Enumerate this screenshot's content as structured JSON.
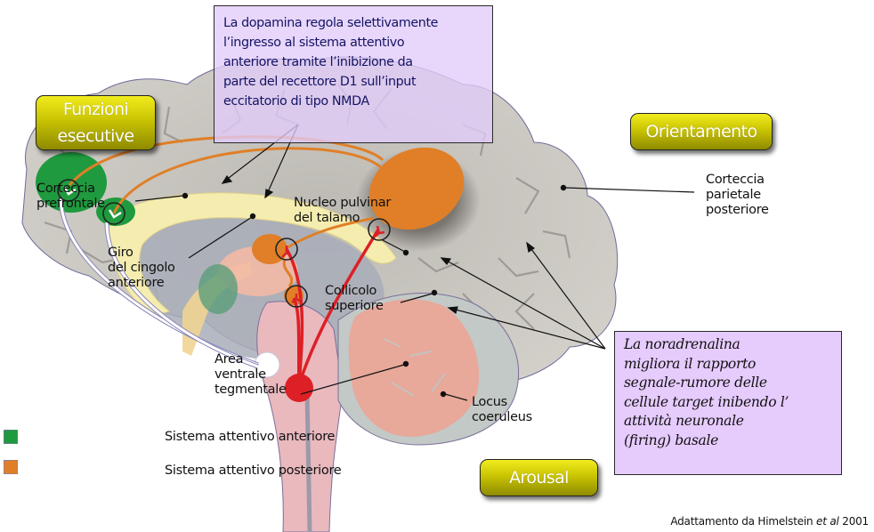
{
  "callouts": {
    "dopamine": "La dopamina regola selettivamente\nl’ingresso al sistema attentivo\nanteriore tramite l’inibizione da\nparte del recettore D1 sull’input\neccitatorio di tipo NMDA",
    "noradrenaline": "La noradrenalina\nmigliora il rapporto\nsegnale-rumore delle\ncellule target inibendo l’\nattività  neuronale\n(firing) basale"
  },
  "function_badges": {
    "executive": "Funzioni\nesecutive",
    "orienting": "Orientamento",
    "arousal": "Arousal"
  },
  "structure_labels": {
    "prefrontal_cortex": "Corteccia\nprefrontale",
    "anterior_cingulate": "Giro\ndel cingolo\nanteriore",
    "pulvinar": "Nucleo pulvinar\ndel talamo",
    "superior_colliculus": "Collicolo\nsuperiore",
    "vta": "Area\nventrale\ntegmentale",
    "locus_coeruleus": "Locus\ncoeruleus",
    "posterior_parietal": "Corteccia\nparietale\nposteriore"
  },
  "legend": [
    {
      "label": "Sistema attentivo anteriore",
      "color": "#1f9a3e"
    },
    {
      "label": "Sistema attentivo posteriore",
      "color": "#e07f27"
    }
  ],
  "credit": {
    "prefix": "Adattamento da Himelstein ",
    "italic": "et al",
    "suffix": " 2001"
  },
  "colors": {
    "anterior_system": "#1f9a3e",
    "posterior_system": "#e07f27",
    "dopamine_pathway": "#dd2026",
    "cortex": "#c9c6c0",
    "callout_fill": "#e6cbfd",
    "badge_yellow": "#d6d10a"
  }
}
